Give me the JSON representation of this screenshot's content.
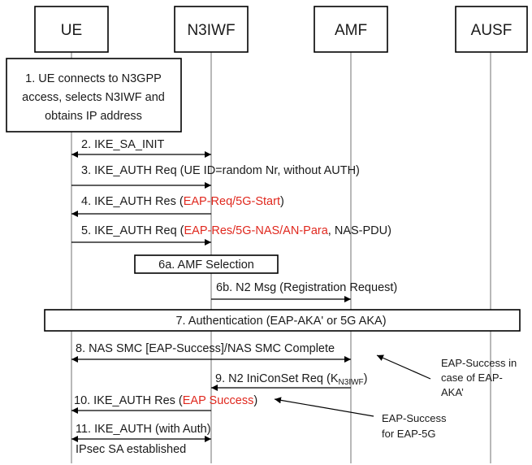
{
  "entities": {
    "ue": "UE",
    "n3iwf": "N3IWF",
    "amf": "AMF",
    "ausf": "AUSF"
  },
  "step1": {
    "line1": "1. UE connects to N3GPP",
    "line2": "access, selects N3IWF and",
    "line3": "obtains IP address"
  },
  "messages": {
    "m2": "2. IKE_SA_INIT",
    "m3": "3. IKE_AUTH Req (UE ID=random Nr, without AUTH)",
    "m4": {
      "prefix": "4. IKE_AUTH Res (",
      "red": "EAP-Req/5G-Start",
      "suffix": ")"
    },
    "m5": {
      "prefix": "5. IKE_AUTH Req (",
      "red": "EAP-Res/5G-NAS/AN-Para",
      "suffix": ", NAS-PDU)"
    },
    "m6a": "6a. AMF Selection",
    "m6b": "6b. N2 Msg (Registration Request)",
    "m7": "7. Authentication (EAP-AKA' or 5G AKA)",
    "m8": "8. NAS SMC [EAP-Success]/NAS SMC Complete",
    "m9": {
      "prefix": "9. N2 IniConSet Req (K",
      "sub": "N3IWF",
      "suffix": ")"
    },
    "m10": {
      "prefix": "10. IKE_AUTH Res (",
      "red": "EAP Success",
      "suffix": ")"
    },
    "m11": "11. IKE_AUTH (with Auth)",
    "m11b": "IPsec SA established"
  },
  "notes": {
    "aka": {
      "line1": "EAP-Success in",
      "line2": "case of EAP-",
      "line3": "AKA’"
    },
    "eap5g": {
      "line1": "EAP-Success",
      "line2": "for EAP-5G"
    }
  }
}
